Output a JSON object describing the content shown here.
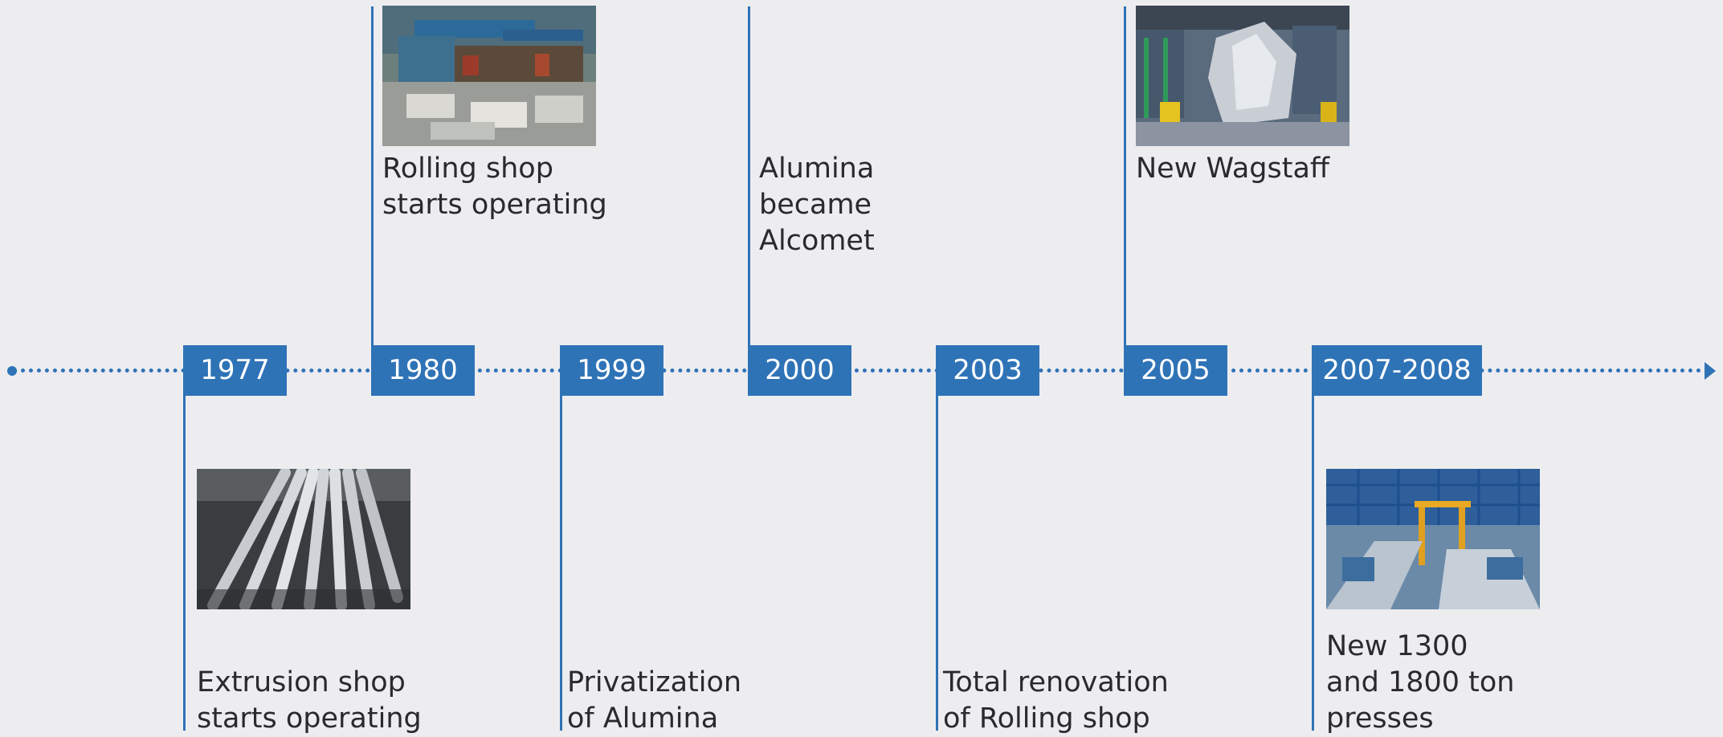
{
  "timeline": {
    "events": [
      {
        "year": "1977",
        "label": "Extrusion shop\nstarts operating",
        "photo": "aluminium-profiles-photo"
      },
      {
        "year": "1980",
        "label": "Rolling shop\nstarts operating",
        "photo": "rolling-shop-photo"
      },
      {
        "year": "1999",
        "label": "Privatization\nof Alumina"
      },
      {
        "year": "2000",
        "label": "Alumina\nbecame\nAlcomet"
      },
      {
        "year": "2003",
        "label": "Total renovation\nof Rolling shop"
      },
      {
        "year": "2005",
        "label": "New Wagstaff",
        "photo": "wagstaff-furnace-photo"
      },
      {
        "year": "2007-2008",
        "label": "New 1300\nand 1800 ton\npresses",
        "photo": "presses-hall-photo"
      }
    ]
  },
  "colors": {
    "accent": "#2f73b7",
    "background": "#ededf0",
    "text": "#2a2a2e"
  }
}
